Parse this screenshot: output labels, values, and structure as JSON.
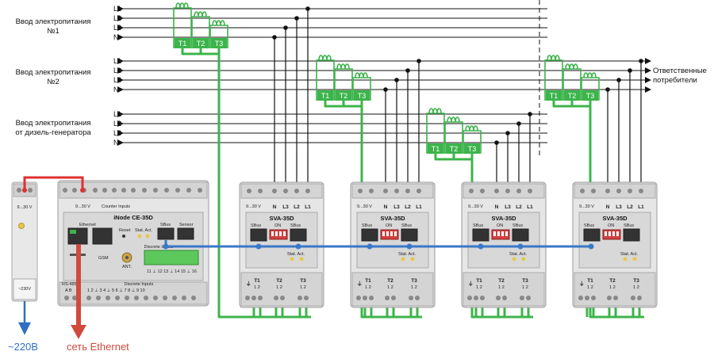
{
  "group_labels": {
    "g1": [
      "Ввод электропитания",
      "№1"
    ],
    "g2": [
      "Ввод электропитания",
      "№2"
    ],
    "g3": [
      "Ввод электропитания",
      "от дизель-генератора"
    ]
  },
  "bus_lines": [
    "L1",
    "L2",
    "L3",
    "N"
  ],
  "consumers": [
    "Ответственные",
    "потребители"
  ],
  "ct_labels": [
    "T1",
    "T2",
    "T3"
  ],
  "psu": {
    "voltage_top": "9...30 V",
    "voltage_bottom": "~230V"
  },
  "inode": {
    "title": "iNode CE-35D",
    "power": "9...30 V",
    "counter": "Counter Inputs",
    "ethernet": "Ethernet",
    "reset": "Reset",
    "status": "Stat.  Act.",
    "sbus": "SBus",
    "sensor": "Sensor",
    "gsm": "GSM",
    "ant": "ANT.",
    "discrete_inputs_label": "Discrete Inputs",
    "discrete_pins": "11 ⊥ 12  13 ⊥ 14  15 ⊥ 16",
    "bottom_title": "Discrete Inputs",
    "bottom_pins": "1  2  ⊥  3  4  ⊥  5  6  ⊥  7  8  ⊥  9  10",
    "rs485": "RS-485",
    "rs_pins": "A  B"
  },
  "sva": {
    "model": "SVA-35D",
    "terminals": [
      "N",
      "L3",
      "L2",
      "L1"
    ],
    "power": "9...30 V",
    "sbus": "SBus",
    "on": "ON",
    "status": "Stat.  Act.",
    "bottom_terms": [
      "T1",
      "T2",
      "T3"
    ],
    "bottom_pins": "1  2"
  },
  "bottom_labels": {
    "power": "~220В",
    "ethernet": "сеть Ethernet"
  },
  "colors": {
    "green": "#3cb44b",
    "blue": "#3a78c8",
    "red": "#e03030",
    "arrow_blue": "#2e6fc2",
    "arrow_red": "#d04a3e"
  }
}
